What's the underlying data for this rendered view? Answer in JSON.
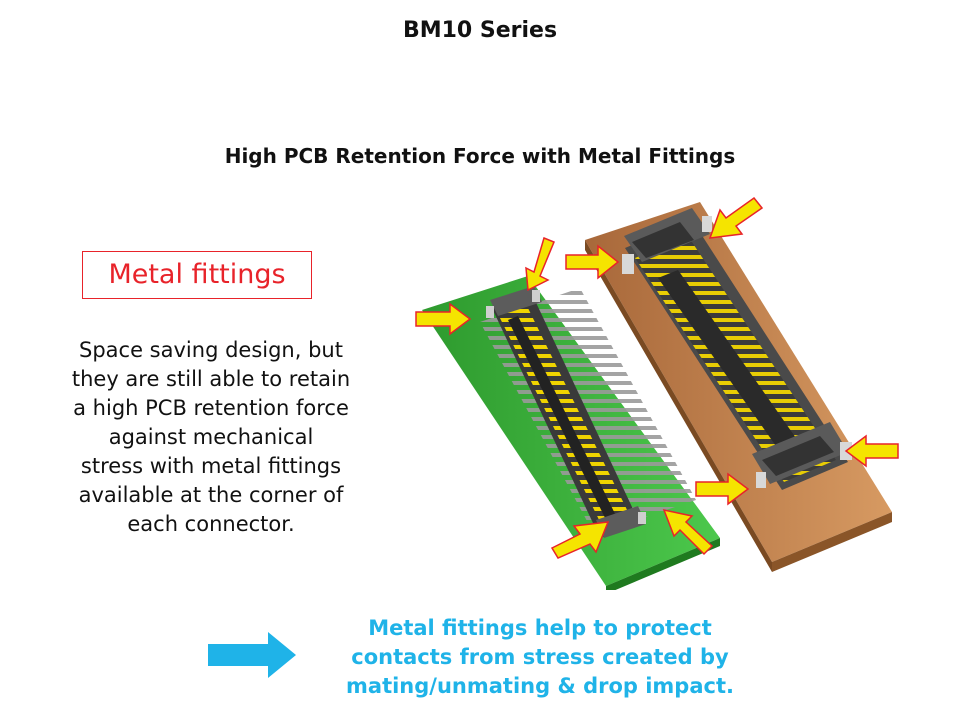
{
  "header": {
    "title": "BM10 Series"
  },
  "subtitle": "High PCB Retention Force with Metal Fittings",
  "callout": {
    "label": "Metal fittings"
  },
  "description": {
    "lines": [
      "Space saving design, but",
      "they are still able to retain",
      "a high PCB retention force",
      "against mechanical",
      "stress with metal fittings",
      "available at the corner of",
      "each connector."
    ]
  },
  "conclusion": {
    "lines": [
      "Metal fittings help to protect",
      "contacts from stress created by",
      "mating/unmating & drop impact."
    ]
  },
  "colors": {
    "accent_red": "#e8232a",
    "accent_blue": "#1fb3e8",
    "arrow_yellow": "#f5e400",
    "pcb_green": "#3cb53c",
    "pcb_brown": "#c8864e"
  },
  "icons": {
    "bottom_arrow": "right-arrow-icon",
    "pointer_arrows": "yellow-arrow-icon"
  }
}
